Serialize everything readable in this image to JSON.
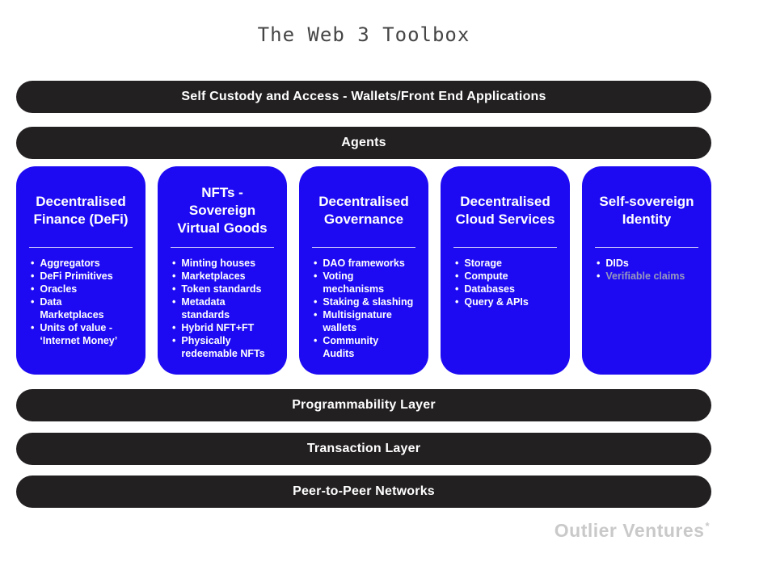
{
  "title": "The Web 3 Toolbox",
  "top_bars": [
    "Self Custody and Access - Wallets/Front End Applications",
    "Agents"
  ],
  "columns": [
    {
      "heading": "Decentralised\nFinance (DeFi)",
      "items": [
        {
          "text": "Aggregators"
        },
        {
          "text": "DeFi Primitives"
        },
        {
          "text": "Oracles"
        },
        {
          "text": "Data\nMarketplaces"
        },
        {
          "text": "Units of value -\n‘Internet Money’"
        }
      ]
    },
    {
      "heading": "NFTs -\nSovereign\nVirtual Goods",
      "items": [
        {
          "text": "Minting houses"
        },
        {
          "text": "Marketplaces"
        },
        {
          "text": "Token standards"
        },
        {
          "text": "Metadata\nstandards"
        },
        {
          "text": "Hybrid NFT+FT"
        },
        {
          "text": "Physically\nredeemable NFTs"
        }
      ]
    },
    {
      "heading": "Decentralised\nGovernance",
      "items": [
        {
          "text": "DAO frameworks"
        },
        {
          "text": "Voting\nmechanisms"
        },
        {
          "text": "Staking & slashing"
        },
        {
          "text": "Multisignature\nwallets"
        },
        {
          "text": "Community\nAudits"
        }
      ]
    },
    {
      "heading": "Decentralised\nCloud Services",
      "items": [
        {
          "text": "Storage"
        },
        {
          "text": "Compute"
        },
        {
          "text": "Databases"
        },
        {
          "text": "Query & APIs"
        }
      ]
    },
    {
      "heading": "Self-sovereign\nIdentity",
      "items": [
        {
          "text": "DIDs"
        },
        {
          "text": "Verifiable claims",
          "muted": true
        }
      ]
    }
  ],
  "bottom_bars": [
    "Programmability Layer",
    "Transaction Layer",
    "Peer-to-Peer Networks"
  ],
  "logo": {
    "text": "Outlier Ventures",
    "mark": "*"
  },
  "colors": {
    "accent_blue": "#1d0af2",
    "bar_black": "#232021",
    "muted_item": "#9698be",
    "title_gray": "#454545",
    "logo_gray": "#c9c9c9"
  }
}
